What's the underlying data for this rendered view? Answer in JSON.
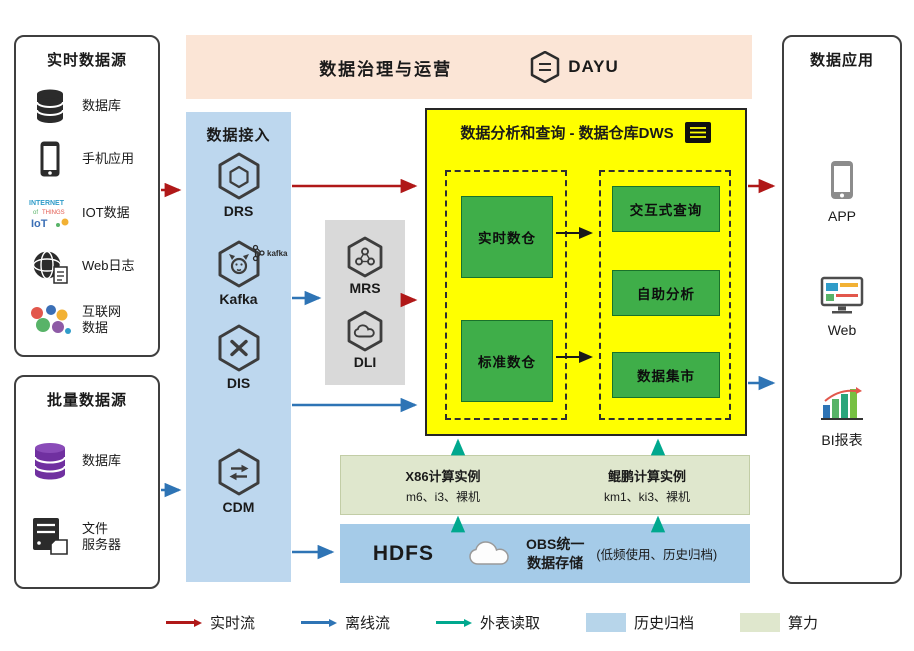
{
  "banner": {
    "title": "数据治理与运营",
    "logo_text": "DAYU"
  },
  "realtime_sources": {
    "title": "实时数据源",
    "items": [
      {
        "label": "数据库",
        "icon": "database-icon"
      },
      {
        "label": "手机应用",
        "icon": "mobile-app-icon"
      },
      {
        "label": "IOT数据",
        "icon": "iot-icon"
      },
      {
        "label": "Web日志",
        "icon": "web-log-icon"
      },
      {
        "label": "互联网\n数据",
        "icon": "internet-data-icon"
      }
    ]
  },
  "batch_sources": {
    "title": "批量数据源",
    "items": [
      {
        "label": "数据库",
        "icon": "database-purple-icon"
      },
      {
        "label": "文件\n服务器",
        "icon": "file-server-icon"
      }
    ]
  },
  "ingestion": {
    "title": "数据接入",
    "services": [
      {
        "label": "DRS",
        "icon": "drs-hexagon-icon"
      },
      {
        "label": "Kafka",
        "icon": "kafka-hexagon-icon",
        "logo_text": "kafka"
      },
      {
        "label": "DIS",
        "icon": "dis-hexagon-icon"
      },
      {
        "label": "CDM",
        "icon": "cdm-hexagon-icon"
      }
    ]
  },
  "processing": {
    "services": [
      {
        "label": "MRS",
        "icon": "mrs-hexagon-icon"
      },
      {
        "label": "DLI",
        "icon": "dli-hexagon-icon"
      }
    ]
  },
  "dws": {
    "title": "数据分析和查询 - 数据仓库DWS",
    "icon": "dws-document-icon",
    "left_modules": [
      "实时数仓",
      "标准数仓"
    ],
    "right_modules": [
      "交互式查询",
      "自助分析",
      "数据集市"
    ]
  },
  "instances": {
    "x86": {
      "title": "X86计算实例",
      "subtitle": "m6、i3、裸机"
    },
    "kunpeng": {
      "title": "鲲鹏计算实例",
      "subtitle": "km1、ki3、裸机"
    }
  },
  "storage": {
    "hdfs": "HDFS",
    "obs_line1": "OBS统一",
    "obs_line2": "数据存储",
    "note": "(低频使用、历史归档)",
    "icon": "obs-cloud-icon"
  },
  "applications": {
    "title": "数据应用",
    "items": [
      {
        "label": "APP",
        "icon": "app-phone-icon"
      },
      {
        "label": "Web",
        "icon": "web-monitor-icon"
      },
      {
        "label": "BI报表",
        "icon": "bi-report-icon"
      }
    ]
  },
  "legend": {
    "items": [
      {
        "label": "实时流",
        "type": "arrow",
        "color": "#b01818"
      },
      {
        "label": "离线流",
        "type": "arrow",
        "color": "#2e74b5"
      },
      {
        "label": "外表读取",
        "type": "arrow",
        "color": "#00a88e"
      },
      {
        "label": "历史归档",
        "type": "swatch",
        "color": "#b7d5ea"
      },
      {
        "label": "算力",
        "type": "swatch",
        "color": "#dfe7cd"
      }
    ]
  },
  "flows": [
    {
      "from": "实时数据源",
      "to": "数据接入",
      "type": "实时流"
    },
    {
      "from": "数据接入",
      "to": "数据仓库DWS",
      "type": "实时流"
    },
    {
      "from": "数据接入",
      "to": "MRS/DLI",
      "type": "离线流"
    },
    {
      "from": "MRS/DLI",
      "to": "数据仓库DWS",
      "type": "实时流"
    },
    {
      "from": "数据接入",
      "to": "数据仓库DWS",
      "type": "离线流"
    },
    {
      "from": "批量数据源",
      "to": "数据接入",
      "type": "离线流"
    },
    {
      "from": "数据接入",
      "to": "HDFS/OBS",
      "type": "离线流"
    },
    {
      "from": "数据仓库DWS",
      "to": "数据应用",
      "type": "实时流"
    },
    {
      "from": "数据仓库DWS",
      "to": "数据应用",
      "type": "离线流"
    },
    {
      "from": "计算实例",
      "to": "数据仓库DWS",
      "type": "外表读取"
    },
    {
      "from": "HDFS/OBS",
      "to": "计算实例",
      "type": "外表读取"
    },
    {
      "from": "实时数仓",
      "to": "交互式查询",
      "type": "内部流转"
    },
    {
      "from": "标准数仓",
      "to": "数据集市",
      "type": "内部流转"
    }
  ],
  "colors": {
    "banner_bg": "#fbe5d6",
    "ingestion_bg": "#bdd7ee",
    "processing_bg": "#d9d9d9",
    "dws_bg": "#ffff00",
    "module_green": "#3fae49",
    "instances_bg": "#dfe7cd",
    "storage_bg": "#a5cbe8",
    "flow_realtime": "#b01818",
    "flow_offline": "#2e74b5",
    "flow_external": "#00a88e"
  }
}
